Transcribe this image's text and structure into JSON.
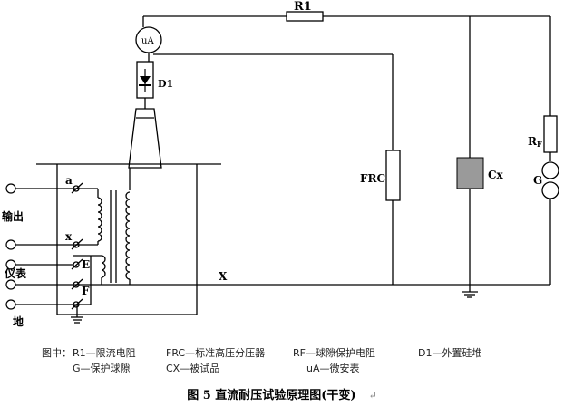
{
  "labels": {
    "r1": "R1",
    "ua": "uA",
    "d1": "D1",
    "frc": "FRC",
    "cx": "Cx",
    "rf_main": "R",
    "rf_sub": "F",
    "g": "G",
    "a": "a",
    "x_small": "x",
    "e": "E",
    "f": "F",
    "x_big": "X",
    "output": "输出",
    "meter": "仪表",
    "ground": "地"
  },
  "legend": {
    "prefix": "图中：",
    "items": [
      "R1—限流电阻",
      "FRC—标准高压分压器",
      "RF—球隙保护电阻",
      "D1—外置硅堆",
      "G—保护球隙",
      "CX—被试品",
      "uA—微安表"
    ]
  },
  "caption": {
    "text": "图 5  直流耐压试验原理图(干变)",
    "mark": "↵"
  },
  "colors": {
    "line": "#000000",
    "capacitor": "#9a9a9a",
    "wire": "#111111"
  }
}
